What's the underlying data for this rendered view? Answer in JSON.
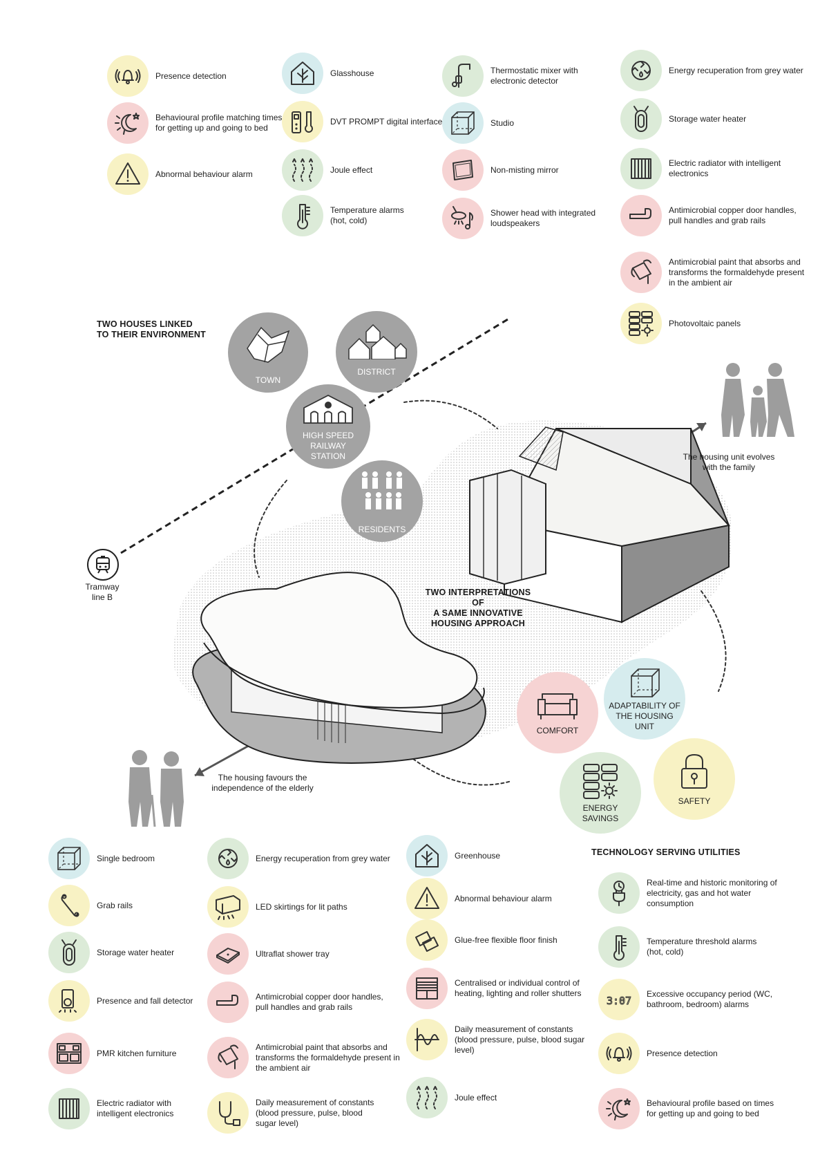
{
  "top_items": [
    {
      "label": "Presence detection",
      "color": "yellow",
      "icon": "bell-icon"
    },
    {
      "label": "Behavioural profile matching times\nfor getting up and going to bed",
      "color": "pink",
      "icon": "moon-sun-icon"
    },
    {
      "label": "Abnormal behaviour alarm",
      "color": "yellow",
      "icon": "warning-icon"
    },
    {
      "label": "Glasshouse",
      "color": "blue",
      "icon": "leaf-house-icon"
    },
    {
      "label": "DVT PROMPT digital interface",
      "color": "yellow",
      "icon": "remote-thermometer-icon"
    },
    {
      "label": "Joule effect",
      "color": "green",
      "icon": "heat-waves-icon"
    },
    {
      "label": "Temperature alarms\n(hot, cold)",
      "color": "green",
      "icon": "thermometer-icon"
    },
    {
      "label": "Thermostatic mixer with\nelectronic detector",
      "color": "green",
      "icon": "faucet-icon"
    },
    {
      "label": "Studio",
      "color": "blue",
      "icon": "cube-icon"
    },
    {
      "label": "Non-misting mirror",
      "color": "pink",
      "icon": "mirror-icon"
    },
    {
      "label": "Shower head with integrated\nloudspeakers",
      "color": "pink",
      "icon": "shower-music-icon"
    },
    {
      "label": "Energy recuperation from grey water",
      "color": "green",
      "icon": "recycle-water-icon"
    },
    {
      "label": "Storage water heater",
      "color": "green",
      "icon": "water-heater-icon"
    },
    {
      "label": "Electric radiator with intelligent\nelectronics",
      "color": "green",
      "icon": "radiator-icon"
    },
    {
      "label": "Antimicrobial copper door handles,\npull handles and grab rails",
      "color": "pink",
      "icon": "door-handle-icon"
    },
    {
      "label": "Antimicrobial paint that absorbs and\ntransforms the formaldehyde present\nin the ambient air",
      "color": "pink",
      "icon": "paint-bucket-icon"
    },
    {
      "label": "Photovoltaic panels",
      "color": "yellow",
      "icon": "solar-panel-icon"
    }
  ],
  "environment": {
    "heading": "TWO HOUSES LINKED\nTO THEIR ENVIRONMENT",
    "town": "TOWN",
    "district": "DISTRICT",
    "station": "HIGH SPEED\nRAILWAY\nSTATION",
    "residents": "RESIDENTS",
    "tram": "Tramway\nline B"
  },
  "center": {
    "heading": "TWO INTERPRETATIONS OF\nA SAME INNOVATIVE\nHOUSING APPROACH",
    "family_caption": "The housing unit evolves\nwith the family",
    "elderly_caption": "The housing favours the\nindependence of the elderly"
  },
  "values": [
    {
      "label": "COMFORT",
      "color": "pink",
      "icon": "sofa-icon"
    },
    {
      "label": "ADAPTABILITY OF\nTHE HOUSING\nUNIT",
      "color": "blue",
      "icon": "cube-icon"
    },
    {
      "label": "ENERGY\nSAVINGS",
      "color": "green",
      "icon": "solar-panel-icon"
    },
    {
      "label": "SAFETY",
      "color": "yellow",
      "icon": "padlock-icon"
    }
  ],
  "bottom_items": [
    {
      "label": "Single bedroom",
      "color": "blue",
      "icon": "cube-icon"
    },
    {
      "label": "Grab rails",
      "color": "yellow",
      "icon": "grab-rail-icon"
    },
    {
      "label": "Storage water heater",
      "color": "green",
      "icon": "water-heater-icon"
    },
    {
      "label": "Presence and fall detector",
      "color": "yellow",
      "icon": "fall-detector-icon"
    },
    {
      "label": "PMR kitchen furniture",
      "color": "pink",
      "icon": "kitchen-icon"
    },
    {
      "label": "Electric radiator with\nintelligent electronics",
      "color": "green",
      "icon": "radiator-icon"
    },
    {
      "label": "Energy recuperation from grey water",
      "color": "green",
      "icon": "recycle-water-icon"
    },
    {
      "label": "LED skirtings for lit paths",
      "color": "yellow",
      "icon": "led-skirting-icon"
    },
    {
      "label": "Ultraflat shower tray",
      "color": "pink",
      "icon": "shower-tray-icon"
    },
    {
      "label": "Antimicrobial copper door handles,\npull handles and grab rails",
      "color": "pink",
      "icon": "door-handle-icon"
    },
    {
      "label": "Antimicrobial paint that absorbs and\ntransforms the formaldehyde present in\nthe ambient air",
      "color": "pink",
      "icon": "paint-bucket-icon"
    },
    {
      "label": "Daily measurement of constants\n(blood pressure, pulse, blood\nsugar level)",
      "color": "yellow",
      "icon": "stethoscope-icon"
    },
    {
      "label": "Greenhouse",
      "color": "blue",
      "icon": "leaf-house-icon"
    },
    {
      "label": "Abnormal behaviour alarm",
      "color": "yellow",
      "icon": "warning-icon"
    },
    {
      "label": "Glue-free flexible floor finish",
      "color": "yellow",
      "icon": "floor-tile-icon"
    },
    {
      "label": "Centralised or individual control of\nheating, lighting and roller shutters",
      "color": "pink",
      "icon": "roller-shutter-icon"
    },
    {
      "label": "Daily measurement of constants\n(blood pressure, pulse, blood sugar\nlevel)",
      "color": "yellow",
      "icon": "pulse-wave-icon"
    },
    {
      "label": "Joule effect",
      "color": "green",
      "icon": "heat-waves-icon"
    }
  ],
  "tech": {
    "heading": "TECHNOLOGY SERVING UTILITIES",
    "items": [
      {
        "label": "Real-time and historic monitoring of\nelectricity, gas and hot water\nconsumption",
        "color": "green",
        "icon": "plug-clock-icon"
      },
      {
        "label": "Temperature threshold alarms\n(hot, cold)",
        "color": "green",
        "icon": "thermometer-icon"
      },
      {
        "label": "Excessive occupancy period (WC,\nbathroom, bedroom) alarms",
        "color": "yellow",
        "icon": "digital-clock-icon",
        "clock": "3:07"
      },
      {
        "label": "Presence detection",
        "color": "yellow",
        "icon": "bell-icon"
      },
      {
        "label": "Behavioural profile based on times\nfor getting up and going to bed",
        "color": "pink",
        "icon": "moon-sun-icon"
      }
    ]
  }
}
